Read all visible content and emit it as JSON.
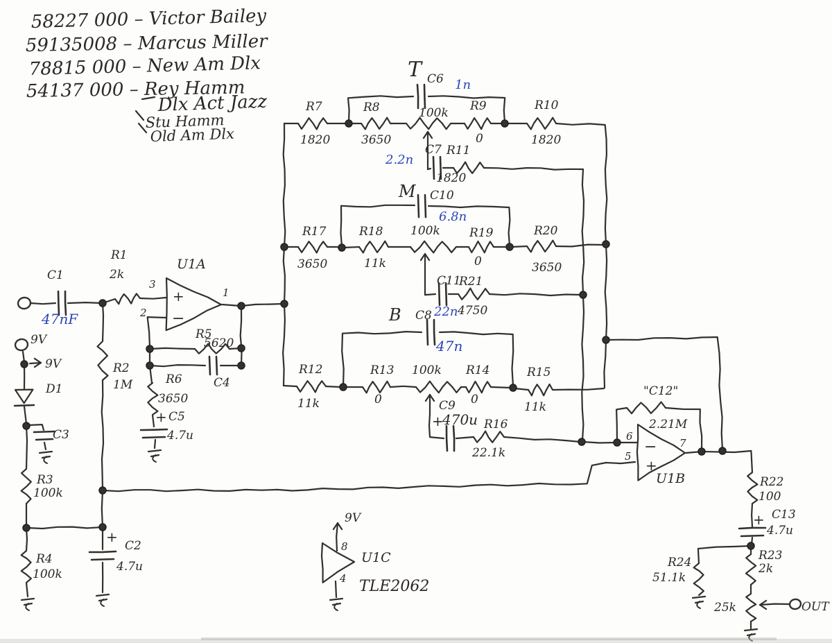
{
  "page": {
    "background": "#fdfdfb",
    "ink": "#33302c",
    "blue_ink": "#2b44b5"
  },
  "notes": {
    "lines": [
      {
        "text": "58227 000 – Victor Bailey"
      },
      {
        "text": "59135008 – Marcus Miller"
      },
      {
        "text": "78815 000 – New Am Dlx"
      },
      {
        "text": "54137 000 – Rey Hamm"
      },
      {
        "text": "Dlx Act Jazz"
      },
      {
        "text": "Stu Hamm"
      },
      {
        "text": "Old Am Dlx"
      }
    ]
  },
  "sym": {
    "plus": "+",
    "minus": "−"
  },
  "bands": {
    "treble": "T",
    "mid": "M",
    "bass": "B"
  },
  "power": {
    "rail": "9V"
  },
  "io": {
    "out": "OUT"
  },
  "ics": {
    "u1a": {
      "name": "U1A",
      "pin_in_plus": "3",
      "pin_in_minus": "2",
      "pin_out": "1"
    },
    "u1b": {
      "name": "U1B",
      "pin_in_minus": "6",
      "pin_in_plus": "5",
      "pin_out": "7"
    },
    "u1c": {
      "name": "U1C",
      "part": "TLE2062",
      "pin_vcc": "8",
      "pin_gnd": "4"
    }
  },
  "diodes": {
    "d1": {
      "name": "D1"
    }
  },
  "resistors": {
    "r1": {
      "name": "R1",
      "value": "2k"
    },
    "r2": {
      "name": "R2",
      "value": "1M"
    },
    "r3": {
      "name": "R3",
      "value": "100k"
    },
    "r4": {
      "name": "R4",
      "value": "100k"
    },
    "r5": {
      "name": "R5",
      "value": "5620"
    },
    "r6": {
      "name": "R6",
      "value": "3650"
    },
    "r7": {
      "name": "R7",
      "value": "1820"
    },
    "r8": {
      "name": "R8",
      "value": "3650"
    },
    "r9": {
      "name": "R9",
      "value": "0"
    },
    "r10": {
      "name": "R10",
      "value": "1820"
    },
    "r11": {
      "name": "R11",
      "value": "1820"
    },
    "r12": {
      "name": "R12",
      "value": "11k"
    },
    "r13": {
      "name": "R13",
      "value": "0"
    },
    "r14": {
      "name": "R14",
      "value": "0"
    },
    "r15": {
      "name": "R15",
      "value": "11k"
    },
    "r16": {
      "name": "R16",
      "value": "22.1k"
    },
    "r17": {
      "name": "R17",
      "value": "3650"
    },
    "r18": {
      "name": "R18",
      "value": "11k"
    },
    "r19": {
      "name": "R19",
      "value": "0"
    },
    "r20": {
      "name": "R20",
      "value": "3650"
    },
    "r21": {
      "name": "R21",
      "value": "4750"
    },
    "r22": {
      "name": "R22",
      "value": "100"
    },
    "r23": {
      "name": "R23",
      "value": "2k"
    },
    "r24": {
      "name": "R24",
      "value": "51.1k"
    },
    "feedback_c12": {
      "name": "\"C12\"",
      "value": "2.21M"
    }
  },
  "potentiometers": {
    "treble": {
      "value": "100k"
    },
    "mid": {
      "value": "100k"
    },
    "bass": {
      "value": "100k"
    },
    "output": {
      "value": "25k"
    }
  },
  "capacitors": {
    "c1": {
      "name": "C1",
      "value": "47nF"
    },
    "c2": {
      "name": "C2",
      "value": "4.7u"
    },
    "c3": {
      "name": "C3"
    },
    "c4": {
      "name": "C4"
    },
    "c5": {
      "name": "C5",
      "value": "4.7u"
    },
    "c6": {
      "name": "C6",
      "value": "1n"
    },
    "c7": {
      "name": "C7",
      "value": "2.2n"
    },
    "c8": {
      "name": "C8",
      "value_alt": "22n",
      "value": "47n"
    },
    "c9": {
      "name": "C9",
      "value": "470u"
    },
    "c10": {
      "name": "C10",
      "value": "6.8n"
    },
    "c11": {
      "name": "C11"
    },
    "c13": {
      "name": "C13",
      "value": "4.7u"
    }
  }
}
